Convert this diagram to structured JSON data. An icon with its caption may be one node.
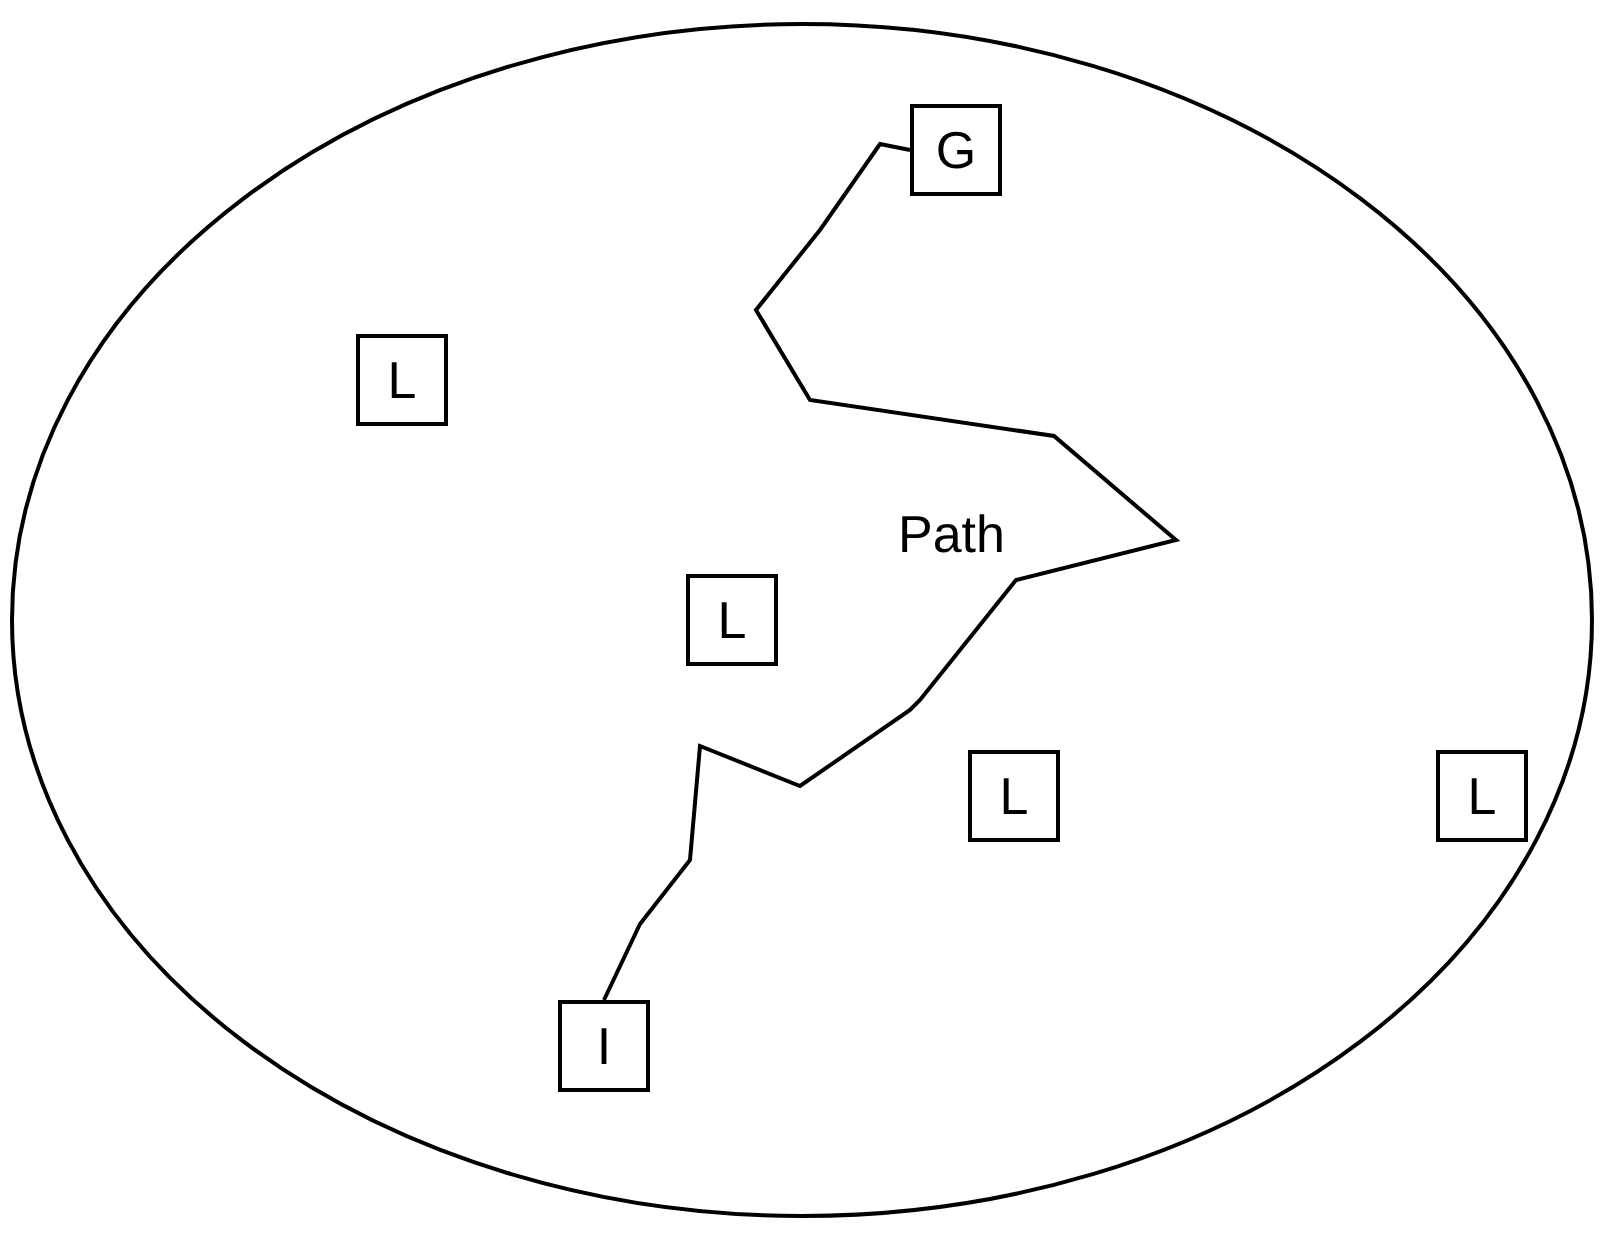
{
  "diagram": {
    "nodes": [
      {
        "text": [],
        "shape": "ellipse"
      },
      {
        "text": [
          "G"
        ],
        "in": 0
      },
      {
        "text": [
          "L"
        ],
        "in": 0
      },
      {
        "text": [
          "L"
        ],
        "in": 0
      },
      {
        "text": [
          "L"
        ],
        "in": 0
      },
      {
        "text": [
          "L"
        ],
        "in": 0
      },
      {
        "text": [
          "I"
        ],
        "in": 0
      }
    ],
    "edges": [
      {
        "from": 6,
        "to": 1,
        "arrow": "none",
        "label": "Path"
      }
    ]
  }
}
